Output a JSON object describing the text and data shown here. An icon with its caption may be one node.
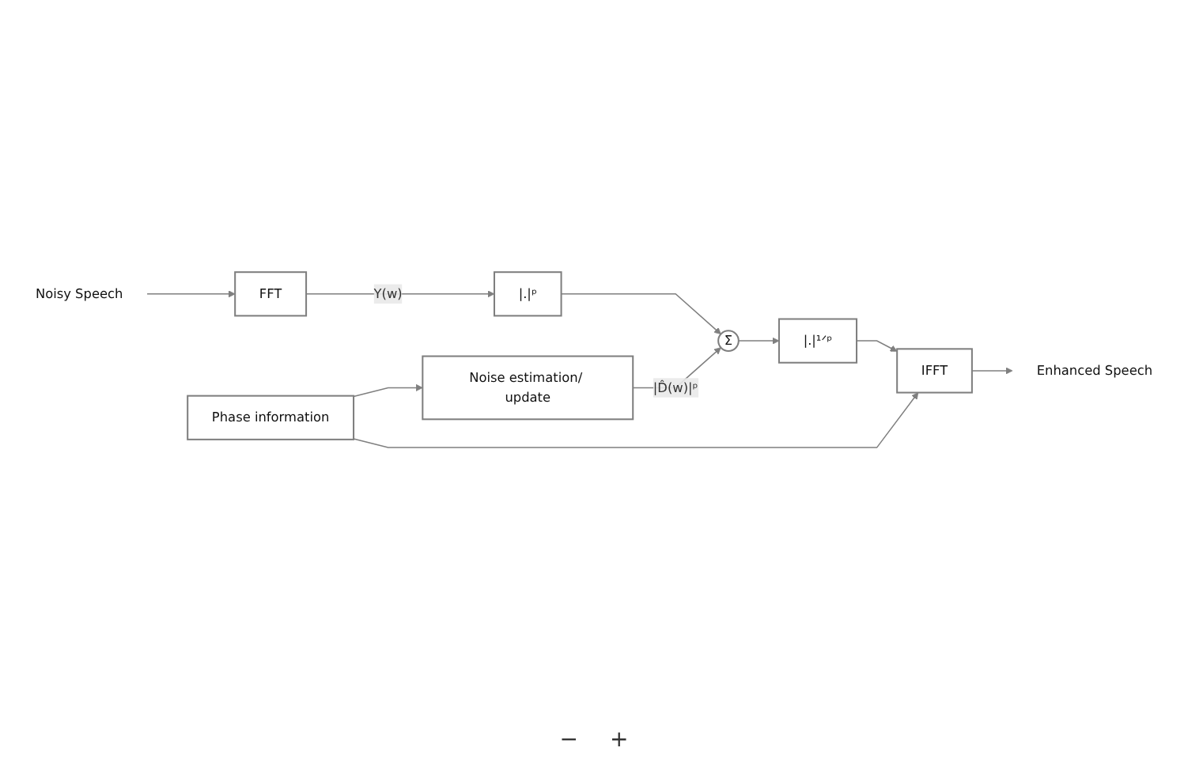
{
  "diagram": {
    "nodes": [
      {
        "text": [
          "Noisy Speech"
        ]
      },
      {
        "text": [
          "FFT"
        ]
      },
      {
        "text": [
          "Noise estimation/ update"
        ]
      },
      {
        "text": [
          "|.|ᵖ"
        ]
      },
      {
        "text": [
          "Σ"
        ]
      },
      {
        "text": [
          "Phase information"
        ]
      },
      {
        "text": [
          "|.|¹ᐟᵖ"
        ]
      },
      {
        "text": [
          "IFFT"
        ]
      },
      {
        "text": [
          "Enhanced Speech"
        ]
      }
    ],
    "edges": [
      {
        "from": 0,
        "to": 1,
        "arrow": "to"
      },
      {
        "from": 1,
        "to": 3,
        "arrow": "to",
        "label": "Y(w)"
      },
      {
        "from": 5,
        "to": 2,
        "arrow": "to"
      },
      {
        "from": 2,
        "to": 4,
        "arrow": "to",
        "label": "|D̂(w)|ᵖ"
      },
      {
        "from": 3,
        "to": 4,
        "arrow": "to"
      },
      {
        "from": 4,
        "to": 6,
        "arrow": "to"
      },
      {
        "from": 6,
        "to": 7,
        "arrow": "to"
      },
      {
        "from": 5,
        "to": 7,
        "arrow": "to"
      },
      {
        "from": 7,
        "to": 8,
        "arrow": "to"
      }
    ],
    "labels": [
      "−",
      "+"
    ]
  }
}
